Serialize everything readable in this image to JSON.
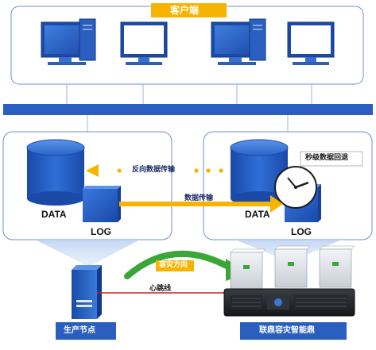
{
  "client": {
    "title": "客户端"
  },
  "production": {
    "data_label": "DATA",
    "log_label": "LOG",
    "node_label": "生产节点"
  },
  "recovery": {
    "data_label": "DATA",
    "log_label": "LOG",
    "node_label": "联鼎容灾智能鼎",
    "badge": "秒级数据回退"
  },
  "flows": {
    "reverse_transfer": "反向数据传输",
    "data_transfer": "数据传输",
    "dr_direction": "容灾方向",
    "heartbeat": "心跳线"
  },
  "colors": {
    "blue": "#1f56b8",
    "frame": "#4a7ad0",
    "arrow_yellow": "#f6b400",
    "arrow_green": "#3aa637",
    "heartbeat_red": "#cc1f1f"
  }
}
